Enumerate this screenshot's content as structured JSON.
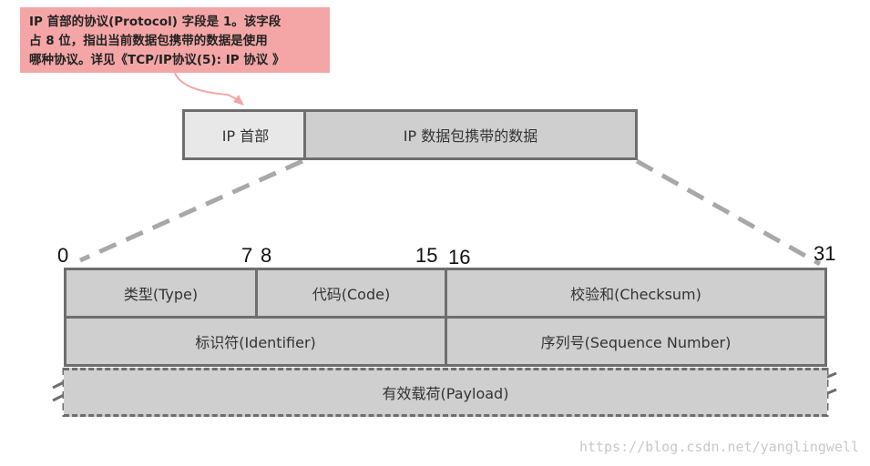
{
  "note": {
    "lines": [
      "IP 首部的协议(Protocol) 字段是 1。该字段",
      "占 8 位，指出当前数据包携带的数据是使用",
      "哪种协议。详见《TCP/IP协议(5): IP 协议 》"
    ]
  },
  "packet": {
    "ip_header": "IP 首部",
    "ip_data": "IP 数据包携带的数据"
  },
  "bits": {
    "b0": "0",
    "b7": "7",
    "b8": "8",
    "b15": "15",
    "b16": "16",
    "b31": "31"
  },
  "fields": {
    "type": "类型(Type)",
    "code": "代码(Code)",
    "checksum": "校验和(Checksum)",
    "identifier": "标识符(Identifier)",
    "sequence": "序列号(Sequence Number)",
    "payload": "有效载荷(Payload)"
  },
  "watermark": "https://blog.csdn.net/yanglingwell",
  "colors": {
    "note_bg": "#f4a6a6",
    "arrow": "#f4a6a6",
    "border": "#6e6e6e",
    "cell_bg": "#d0cfcf",
    "header_bg": "#e8e8e8",
    "dash": "#a8a8a8"
  }
}
